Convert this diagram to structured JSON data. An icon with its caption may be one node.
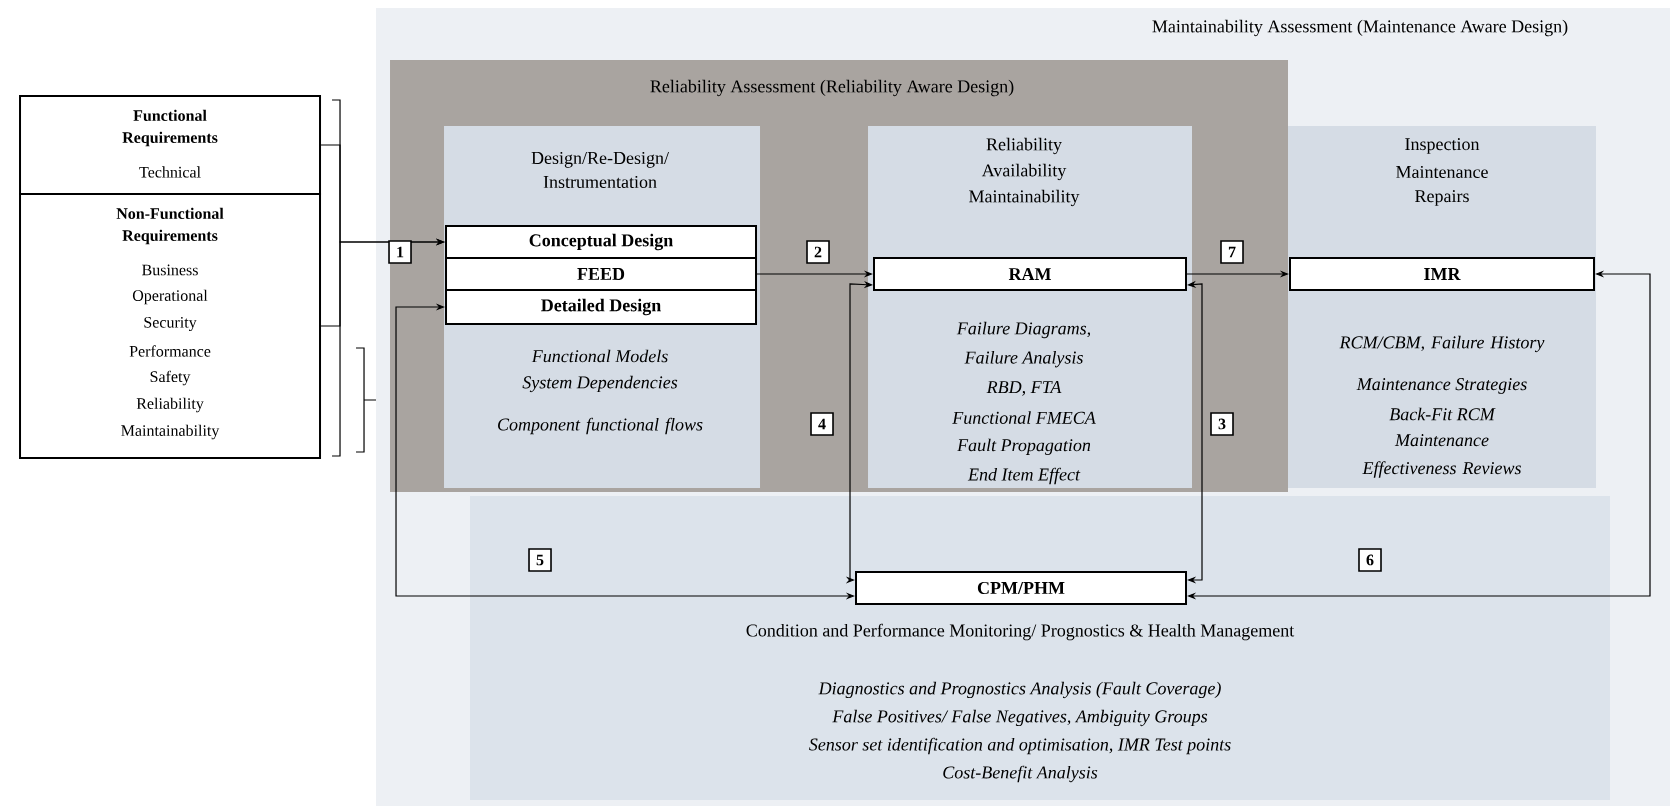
{
  "diagram": {
    "nodes": [
      {
        "text": [
          "Maintainability Assessment (Maintenance Aware Design)"
        ]
      },
      {
        "text": [
          "Reliability Assessment (Reliability Aware Design)"
        ],
        "in": 0
      },
      {
        "text": [
          "Design/Re-Design/ Instrumentation",
          "Functional Models",
          "System Dependencies",
          "Component functional flows"
        ],
        "in": 1
      },
      {
        "text": [
          "Conceptual Design"
        ],
        "in": 2
      },
      {
        "text": [
          "FEED"
        ],
        "in": 2
      },
      {
        "text": [
          "Detailed Design"
        ],
        "in": 2
      },
      {
        "text": [
          "Reliability",
          "Availability",
          "Maintainability",
          "Failure Diagrams,",
          "Failure Analysis",
          "RBD, FTA",
          "Functional FMECA",
          "Fault Propagation",
          "End Item Effect"
        ],
        "in": 1
      },
      {
        "text": [
          "RAM"
        ],
        "in": 6
      },
      {
        "text": [
          "Inspection",
          "Maintenance",
          "Repairs",
          "RCM/CBM, Failure History",
          "Maintenance Strategies",
          "Back-Fit RCM",
          "Maintenance Effectiveness Reviews"
        ],
        "in": 0
      },
      {
        "text": [
          "IMR"
        ],
        "in": 8
      },
      {
        "text": [
          "CPM/PHM"
        ],
        "in": 0,
        "beside": [
          "Condition and Performance Monitoring/ Prognostics & Health Management",
          "Diagnostics and Prognostics Analysis (Fault Coverage)",
          "False Positives/ False Negatives, Ambiguity Groups",
          "Sensor set identification and optimisation, IMR Test points",
          "Cost-Benefit Analysis"
        ]
      },
      {
        "text": [
          "Functional Requirements",
          "Technical"
        ]
      },
      {
        "text": [
          "Non-Functional Requirements",
          "Business",
          "Operational",
          "Security",
          "Performance",
          "Safety",
          "Reliability",
          "Maintainability"
        ]
      }
    ],
    "edges": [
      {
        "from": 11,
        "to": 3,
        "arrow": "to",
        "label": "1"
      },
      {
        "from": 12,
        "to": 3,
        "arrow": "to"
      },
      {
        "from": 4,
        "to": 7,
        "arrow": "to",
        "label": "2"
      },
      {
        "from": 7,
        "to": 9,
        "arrow": "to",
        "label": "7"
      },
      {
        "from": 7,
        "to": 10,
        "arrow": "both",
        "label": "4"
      },
      {
        "from": 7,
        "to": 10,
        "arrow": "both",
        "label": "3"
      },
      {
        "from": 9,
        "to": 10,
        "arrow": "both",
        "label": "6"
      },
      {
        "from": 5,
        "to": 10,
        "arrow": "both",
        "label": "5"
      }
    ]
  }
}
